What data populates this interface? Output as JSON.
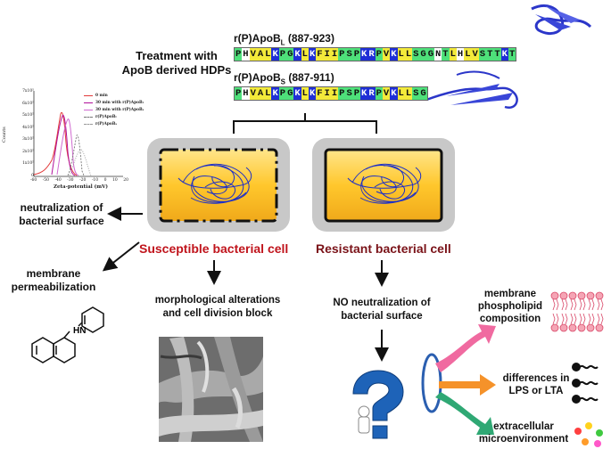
{
  "title": {
    "line1": "Treatment with",
    "line2": "ApoB derived HDPs"
  },
  "peptide_long": {
    "name_prefix": "r(P)ApoB",
    "name_sub": "L",
    "range": "(887-923)",
    "sequence": "PHVALKPGKLKFIIPSPKRPVKLLSGGNTLHLVSTTKT"
  },
  "peptide_short": {
    "name_prefix": "r(P)ApoB",
    "name_sub": "S",
    "range": "(887-911)",
    "sequence": "PHVALKPGKLKFIIPSPKRPVKLLSG"
  },
  "residue_colors": {
    "hydrophobic": "#f3ea3a",
    "polar": "#4ee07a",
    "positive": "#1f2fd6",
    "neutral": "#ffffff"
  },
  "zeta_chart": {
    "ylabel": "Counts",
    "xlabel": "Zeta-potential (mV)",
    "x_ticks": [
      "-60",
      "-50",
      "-40",
      "-30",
      "-20",
      "-10",
      "0",
      "10",
      "20"
    ],
    "y_ticks": [
      "0",
      "1x10⁵",
      "2x10⁵",
      "3x10⁵",
      "4x10⁵",
      "5x10⁵",
      "6x10⁵",
      "7x10⁵"
    ],
    "legend": [
      "0 min",
      "30 min with r(P)ApoBₗ",
      "30 min with r(P)ApoBₛ",
      "r(P)ApoBₗ",
      "r(P)ApoBₛ"
    ]
  },
  "labels": {
    "neutralization": [
      "neutralization of",
      "bacterial surface"
    ],
    "susceptible": "Susceptible bacterial  cell",
    "resistant": "Resistant bacterial  cell",
    "membrane_perm": [
      "membrane",
      "permeabilization"
    ],
    "morphological": [
      "morphological alterations",
      "and cell division block"
    ],
    "no_neutralization": [
      "NO neutralization of",
      "bacterial surface"
    ],
    "membrane_phospho": [
      "membrane",
      "phospholipid",
      "composition"
    ],
    "lps": [
      "differences in",
      "LPS or LTA"
    ],
    "extracellular": [
      "extracellular",
      "microenvironment"
    ],
    "hn": "HN"
  },
  "colors": {
    "susceptible_text": "#c0141c",
    "resistant_text": "#7a1218",
    "cell_fill": "#ffc72c",
    "cell_outer": "#bdbdbd",
    "pink_arrow": "#f06aa0",
    "orange_arrow": "#f5922a",
    "green_arrow": "#2fa874",
    "blue_ring": "#2b5fb0"
  }
}
